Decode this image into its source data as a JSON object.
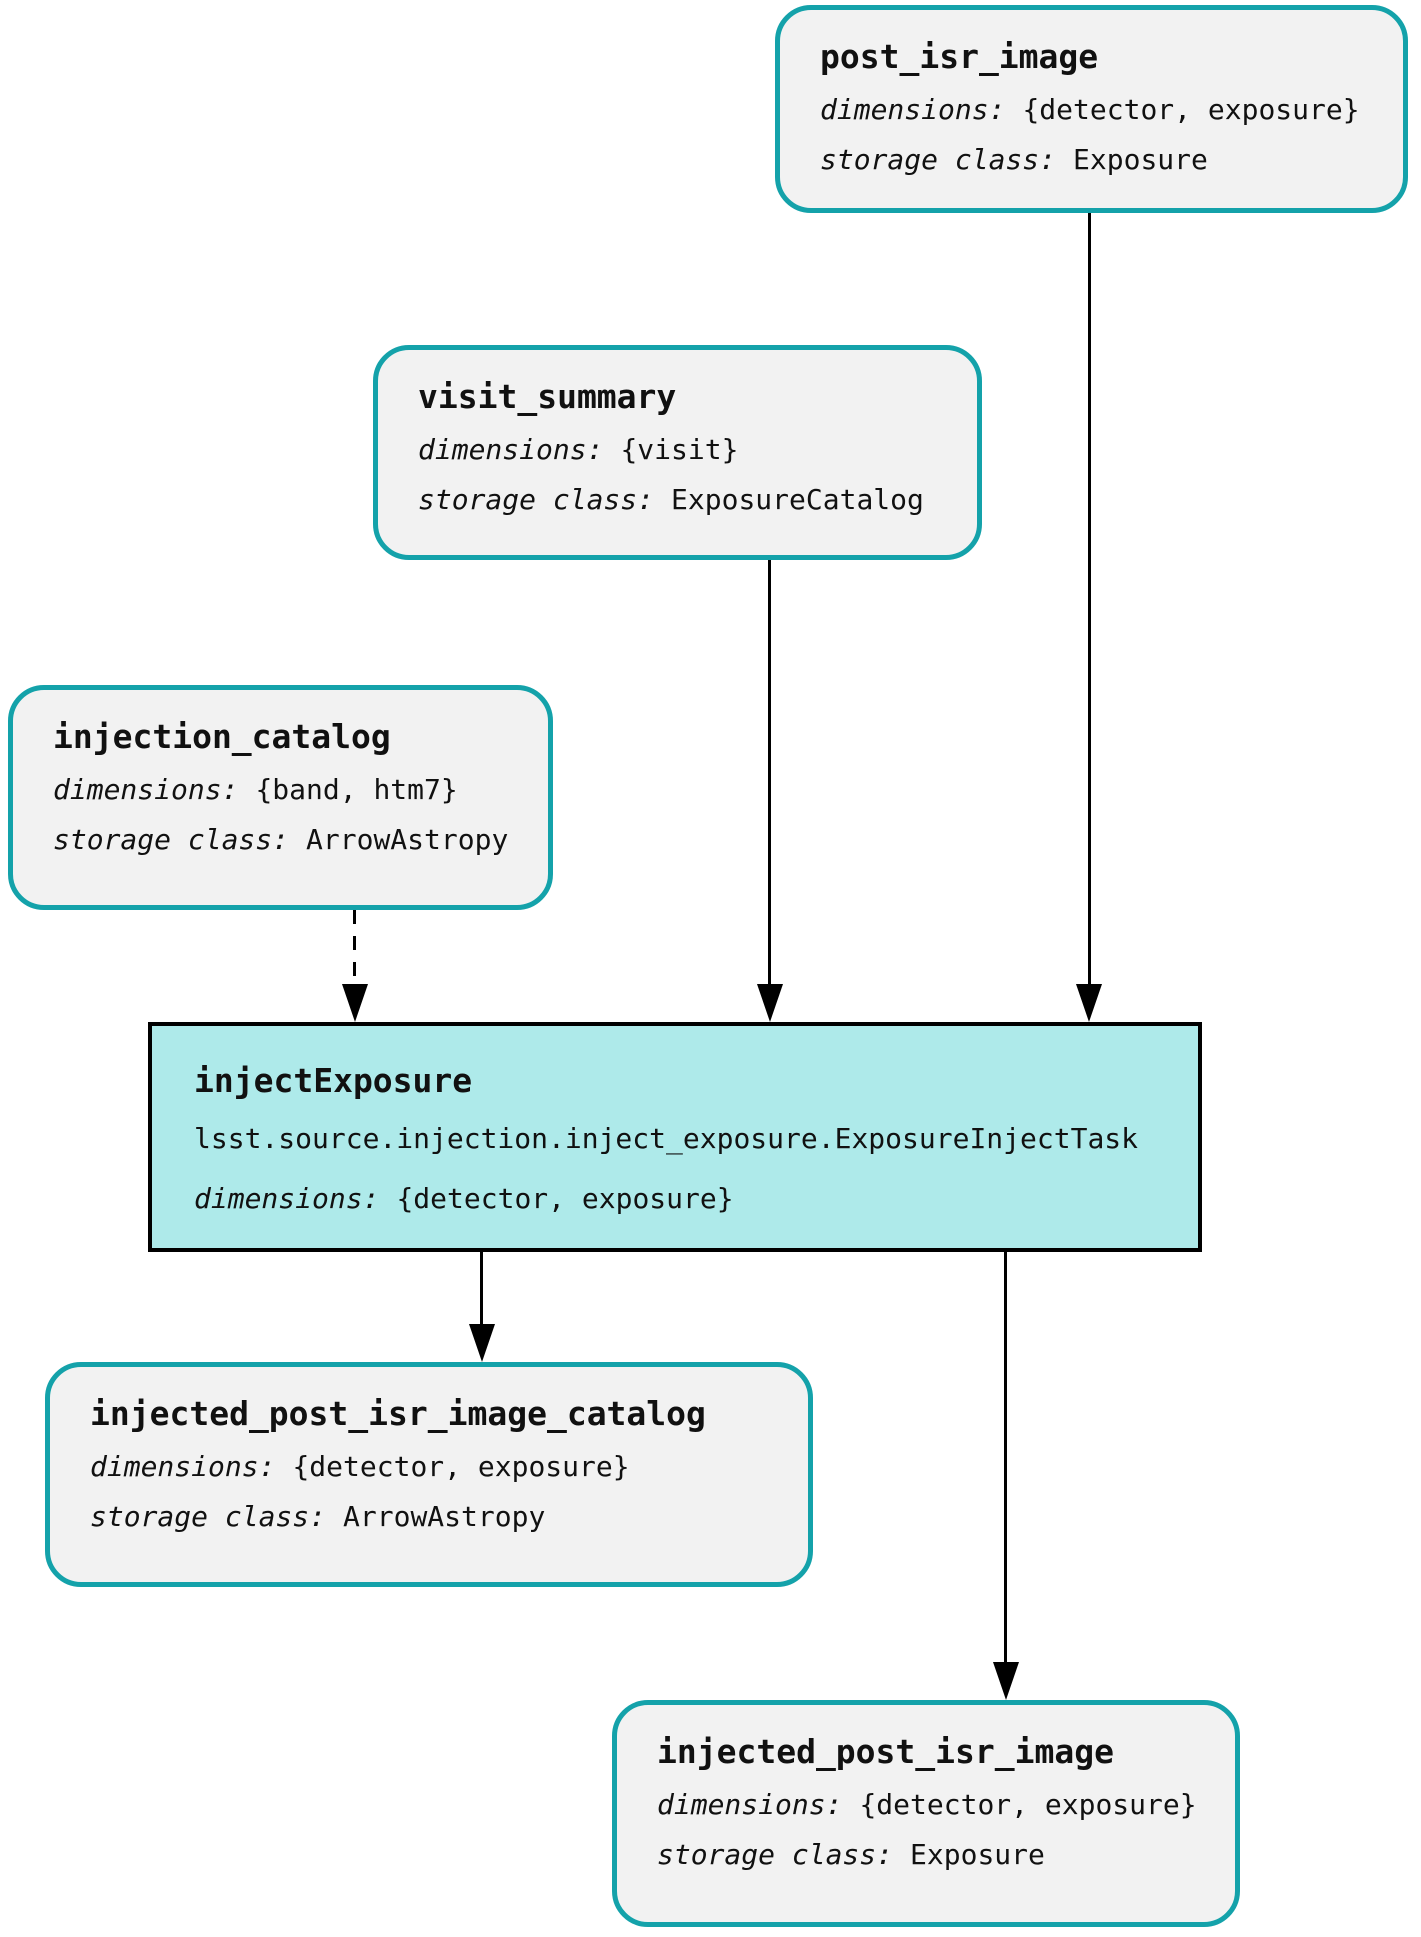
{
  "diagram": {
    "nodes": [
      {
        "id": "post_isr_image",
        "kind": "dataset",
        "title": "post_isr_image",
        "fields": [
          {
            "label": "dimensions:",
            "value": "{detector, exposure}"
          },
          {
            "label": "storage class:",
            "value": "Exposure"
          }
        ]
      },
      {
        "id": "visit_summary",
        "kind": "dataset",
        "title": "visit_summary",
        "fields": [
          {
            "label": "dimensions:",
            "value": "{visit}"
          },
          {
            "label": "storage class:",
            "value": "ExposureCatalog"
          }
        ]
      },
      {
        "id": "injection_catalog",
        "kind": "dataset",
        "title": "injection_catalog",
        "fields": [
          {
            "label": "dimensions:",
            "value": "{band, htm7}"
          },
          {
            "label": "storage class:",
            "value": "ArrowAstropy"
          }
        ]
      },
      {
        "id": "injectExposure",
        "kind": "task",
        "title": "injectExposure",
        "task_class": "lsst.source.injection.inject_exposure.ExposureInjectTask",
        "fields": [
          {
            "label": "dimensions:",
            "value": "{detector, exposure}"
          }
        ]
      },
      {
        "id": "injected_post_isr_image_catalog",
        "kind": "dataset",
        "title": "injected_post_isr_image_catalog",
        "fields": [
          {
            "label": "dimensions:",
            "value": "{detector, exposure}"
          },
          {
            "label": "storage class:",
            "value": "ArrowAstropy"
          }
        ]
      },
      {
        "id": "injected_post_isr_image",
        "kind": "dataset",
        "title": "injected_post_isr_image",
        "fields": [
          {
            "label": "dimensions:",
            "value": "{detector, exposure}"
          },
          {
            "label": "storage class:",
            "value": "Exposure"
          }
        ]
      }
    ],
    "edges": [
      {
        "from": "post_isr_image",
        "to": "injectExposure",
        "style": "solid"
      },
      {
        "from": "visit_summary",
        "to": "injectExposure",
        "style": "solid"
      },
      {
        "from": "injection_catalog",
        "to": "injectExposure",
        "style": "dashed"
      },
      {
        "from": "injectExposure",
        "to": "injected_post_isr_image_catalog",
        "style": "solid"
      },
      {
        "from": "injectExposure",
        "to": "injected_post_isr_image",
        "style": "solid"
      }
    ],
    "colors": {
      "background": "#ffffff",
      "text": "#111111",
      "dataset_border": "#14a2aa",
      "dataset_fill": "#f2f2f2",
      "task_border": "#000000",
      "task_fill": "#aeeaea",
      "edge": "#000000"
    }
  }
}
